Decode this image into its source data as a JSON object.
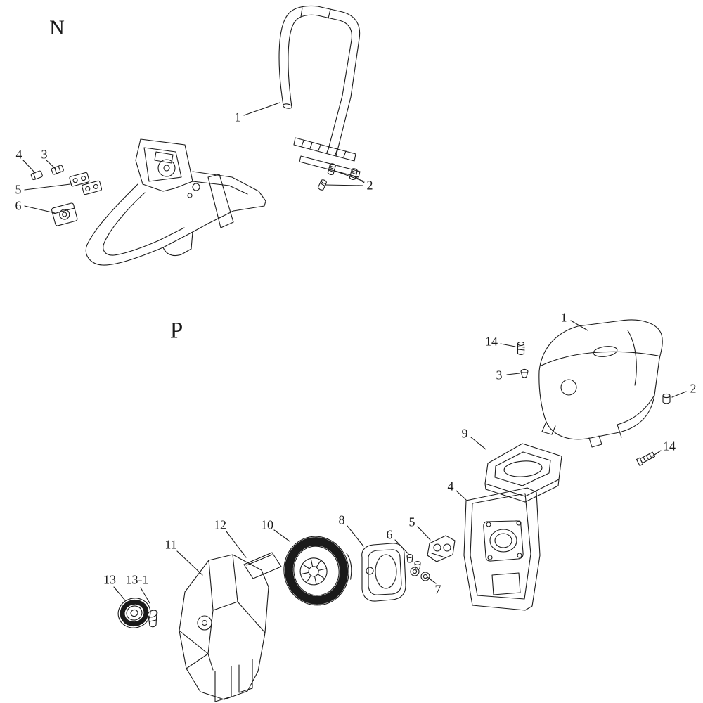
{
  "diagram": {
    "background": "#ffffff",
    "line_color": "#1a1a1a",
    "sections": {
      "n": {
        "label": "N",
        "callouts": [
          {
            "number": "1"
          },
          {
            "number": "2"
          },
          {
            "number": "3"
          },
          {
            "number": "4"
          },
          {
            "number": "5"
          },
          {
            "number": "6"
          }
        ]
      },
      "p": {
        "label": "P",
        "callouts": [
          {
            "number": "1"
          },
          {
            "number": "14"
          },
          {
            "number": "3"
          },
          {
            "number": "2"
          },
          {
            "number": "14"
          },
          {
            "number": "9"
          },
          {
            "number": "4"
          },
          {
            "number": "5"
          },
          {
            "number": "6"
          },
          {
            "number": "7"
          },
          {
            "number": "8"
          },
          {
            "number": "10"
          },
          {
            "number": "12"
          },
          {
            "number": "11"
          },
          {
            "number": "13"
          },
          {
            "number": "13-1"
          }
        ]
      }
    }
  }
}
